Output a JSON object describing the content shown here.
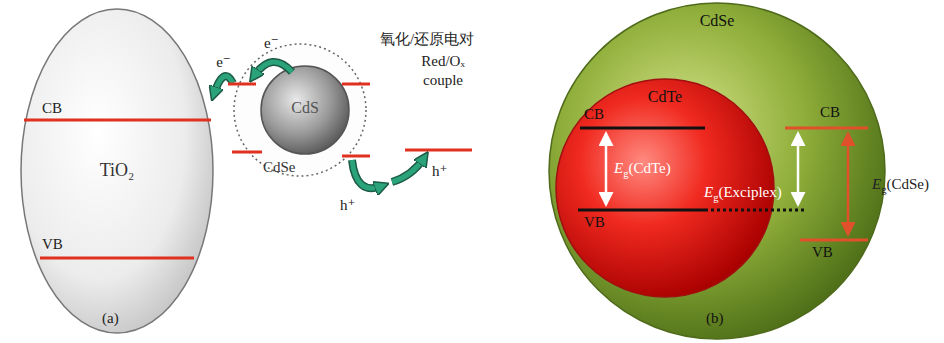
{
  "diagram": {
    "nodes": [
      {
        "text": [
          "TiO₂"
        ]
      },
      {
        "text": [
          "CdSe"
        ]
      },
      {
        "text": [
          "CdS"
        ],
        "in": 1
      },
      {
        "text": [
          "CdSe"
        ]
      },
      {
        "text": [
          "CdTe"
        ],
        "in": 3
      }
    ],
    "edges": [
      {
        "from": 1,
        "to": 0,
        "arrow": "to",
        "label": "e⁻"
      }
    ],
    "labels": [
      "CB",
      "VB",
      "e⁻",
      "h⁺",
      "h⁺",
      "氧化/还原电对",
      "Red/Oₓ couple",
      "(a)",
      "CB",
      "VB",
      "Eg(CdTe)",
      "CB",
      "VB",
      "Eg(Exciplex)",
      "Eg(CdSe)",
      "(b)"
    ]
  }
}
